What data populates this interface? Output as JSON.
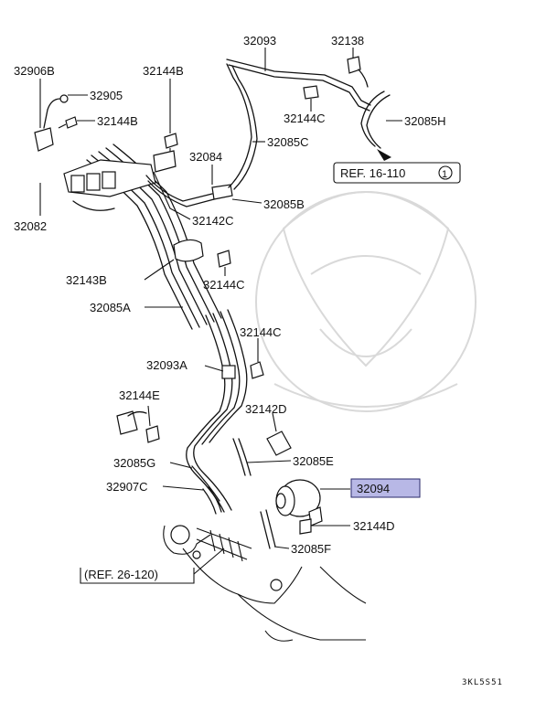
{
  "labels": {
    "p32906B": "32906B",
    "p32905": "32905",
    "p32144B_left": "32144B",
    "p32144B_top": "32144B",
    "p32082": "32082",
    "p32084": "32084",
    "p32085B": "32085B",
    "p32142C": "32142C",
    "p32093_top": "32093",
    "p32138": "32138",
    "p32144C_top": "32144C",
    "p32085H": "32085H",
    "p32085C": "32085C",
    "p32143B": "32143B",
    "p32144C_mid": "32144C",
    "p32085A": "32085A",
    "p32144C_low": "32144C",
    "p32093A": "32093A",
    "p32144E": "32144E",
    "p32142D": "32142D",
    "p32085G": "32085G",
    "p32085E": "32085E",
    "p32907C": "32907C",
    "p32094": "32094",
    "p32144D": "32144D",
    "p32085F": "32085F"
  },
  "refs": {
    "ref16": "REF. 16-110",
    "ref16_circle": "1",
    "ref26": "(REF. 26-120)"
  },
  "diagram_code": "3KL5S51",
  "colors": {
    "highlight": "#b8b8e6",
    "line": "#111111"
  }
}
